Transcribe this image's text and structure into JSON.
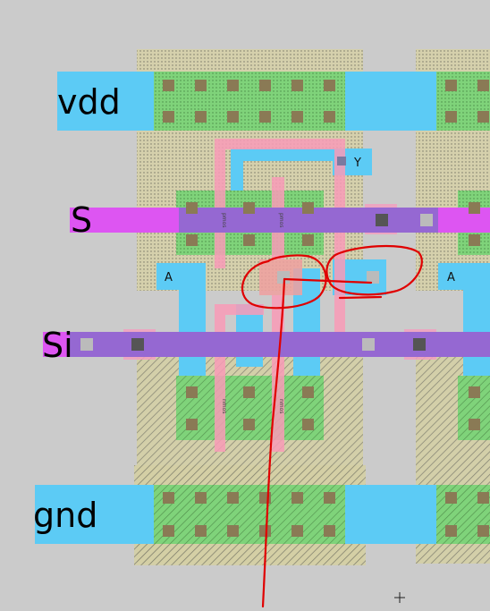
{
  "layout_view": {
    "rail_labels": {
      "vdd": "vdd",
      "gnd": "gnd",
      "s": "S",
      "si": "Si"
    },
    "pin_labels": {
      "y": "Y",
      "a_left": "A",
      "a_right": "A"
    },
    "gate_labels": {
      "p1": "pmos",
      "p2": "pmos",
      "n1": "nmos",
      "n2": "nmos"
    },
    "colors": {
      "background": "#cbcbcb",
      "metal1": "#5ccbf5",
      "metal2": "#dd55f2",
      "metal2_via_band": "#7c6fc7",
      "poly": "#f99cb8",
      "diffusion": "#7fd37a",
      "contact": "#8a7a55",
      "annotation": "#e00000"
    },
    "cursor": "crosshair-icon"
  }
}
